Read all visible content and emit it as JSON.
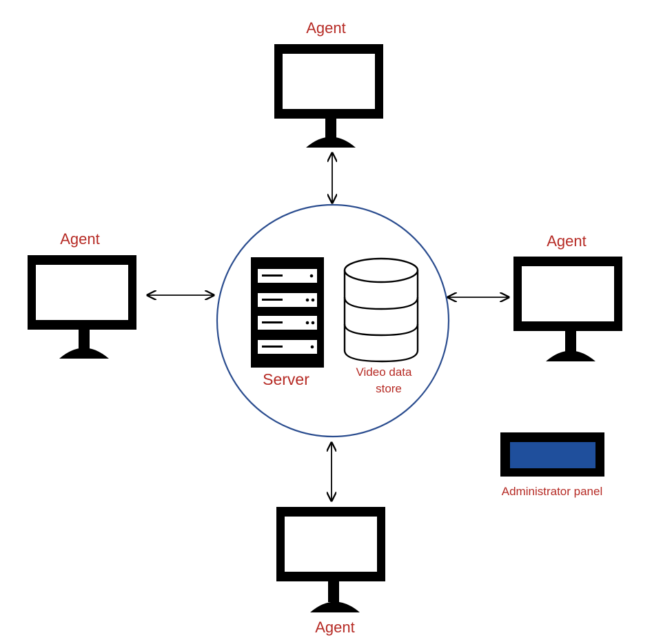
{
  "colors": {
    "label": "#b62b25",
    "circle": "#2b4d8f",
    "device": "#000000",
    "screen": "#ffffff",
    "admin_screen": "#1f4f9c"
  },
  "agents": {
    "top": "Agent",
    "left": "Agent",
    "right": "Agent",
    "bottom": "Agent"
  },
  "server": {
    "label": "Server",
    "icon": "server-rack-icon"
  },
  "store": {
    "line1": "Video data",
    "line2": "store",
    "icon": "database-icon"
  },
  "admin": {
    "label": "Administrator panel"
  }
}
